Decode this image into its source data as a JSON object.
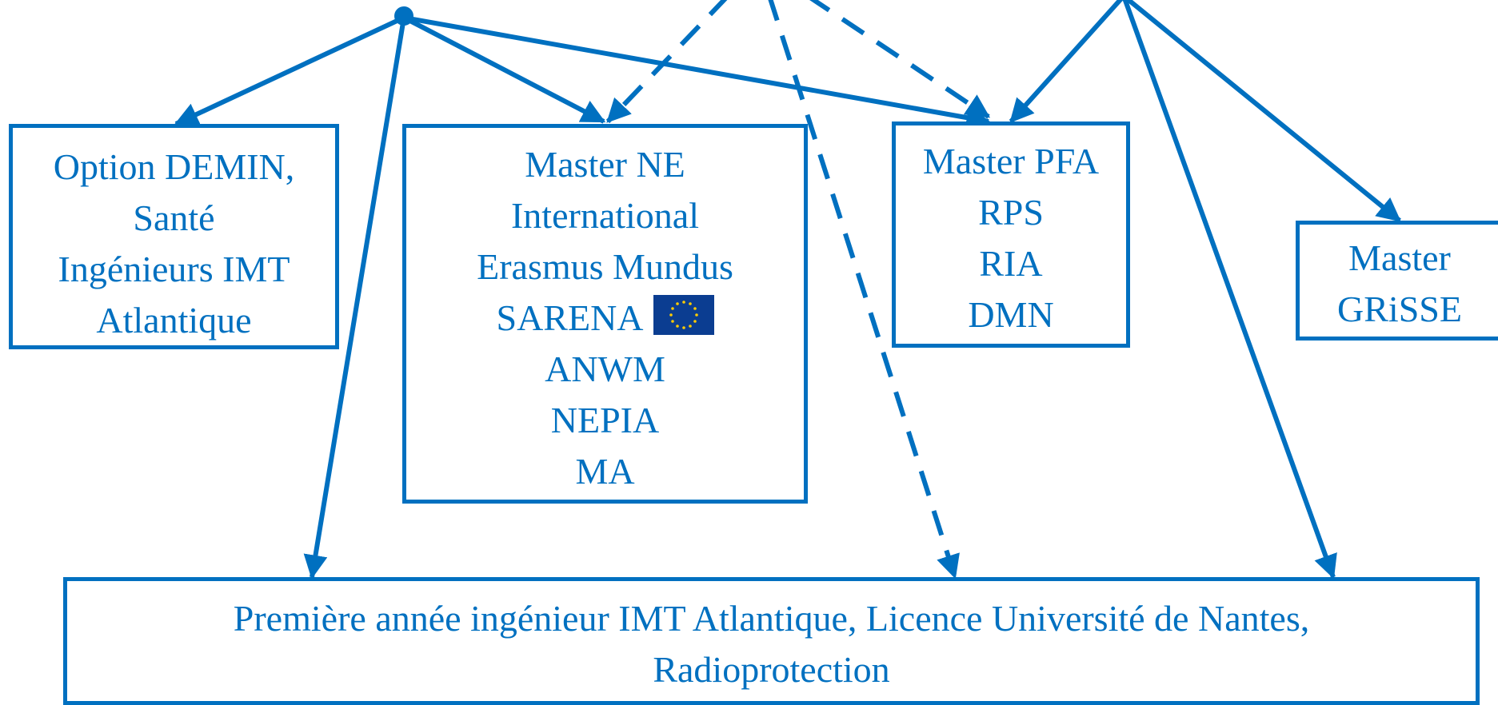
{
  "diagram": {
    "color": "#0070c0",
    "boxes": {
      "demin": [
        "Option DEMIN,",
        "Santé",
        "Ingénieurs IMT",
        "Atlantique"
      ],
      "master_ne": [
        "Master NE",
        "International",
        "Erasmus Mundus",
        "SARENA",
        "ANWM",
        "NEPIA",
        "MA"
      ],
      "master_pfa": [
        "Master PFA",
        "RPS",
        "RIA",
        "DMN"
      ],
      "master_grisse": [
        "Master",
        "GRiSSE"
      ],
      "premiere_annee": [
        "Première année ingénieur IMT Atlantique, Licence Université de Nantes,",
        "Radioprotection"
      ]
    },
    "icons": {
      "eu_flag": "eu-flag-icon"
    }
  }
}
